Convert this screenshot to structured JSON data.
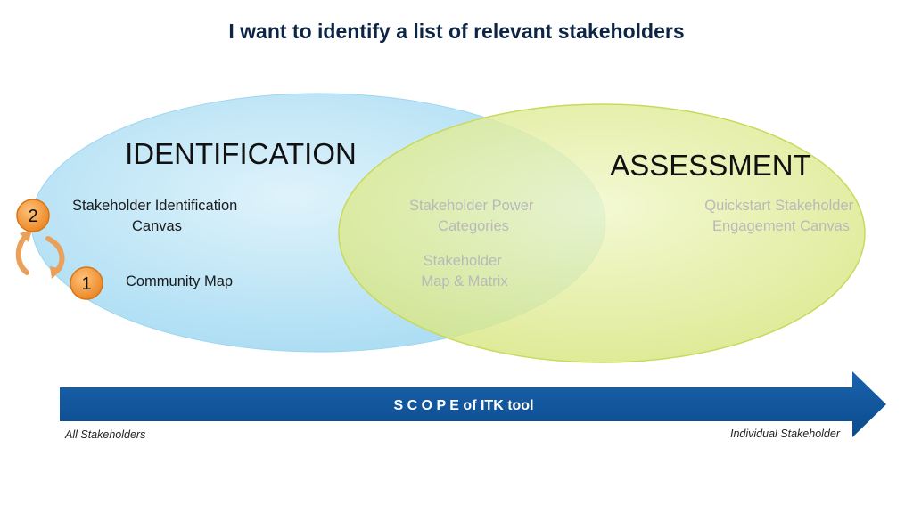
{
  "title": "I want to identify a list of relevant stakeholders",
  "identification": {
    "heading": "IDENTIFICATION",
    "tool_1": [
      "Stakeholder Identification",
      "Canvas"
    ],
    "tool_2": "Community Map",
    "step_top": "2",
    "step_bottom": "1"
  },
  "overlap": {
    "tool_1": [
      "Stakeholder Power",
      "Categories"
    ],
    "tool_2": [
      "Stakeholder",
      "Map & Matrix"
    ]
  },
  "assessment": {
    "heading": "ASSESSMENT",
    "tool_1": [
      "Quickstart Stakeholder",
      "Engagement Canvas"
    ]
  },
  "scope_arrow": {
    "label_spaced": "S C O P E",
    "label_rest": " of ITK tool",
    "left_label": "All Stakeholders",
    "right_label": "Individual Stakeholder"
  },
  "icons": {
    "cycle": "cycle-arrows-icon"
  },
  "colors": {
    "identification_fill": "#c2e8f8",
    "assessment_fill": "#e6f0a8",
    "arrow": "#11529a",
    "step_badge": "#f29a35",
    "title": "#0d2443"
  }
}
